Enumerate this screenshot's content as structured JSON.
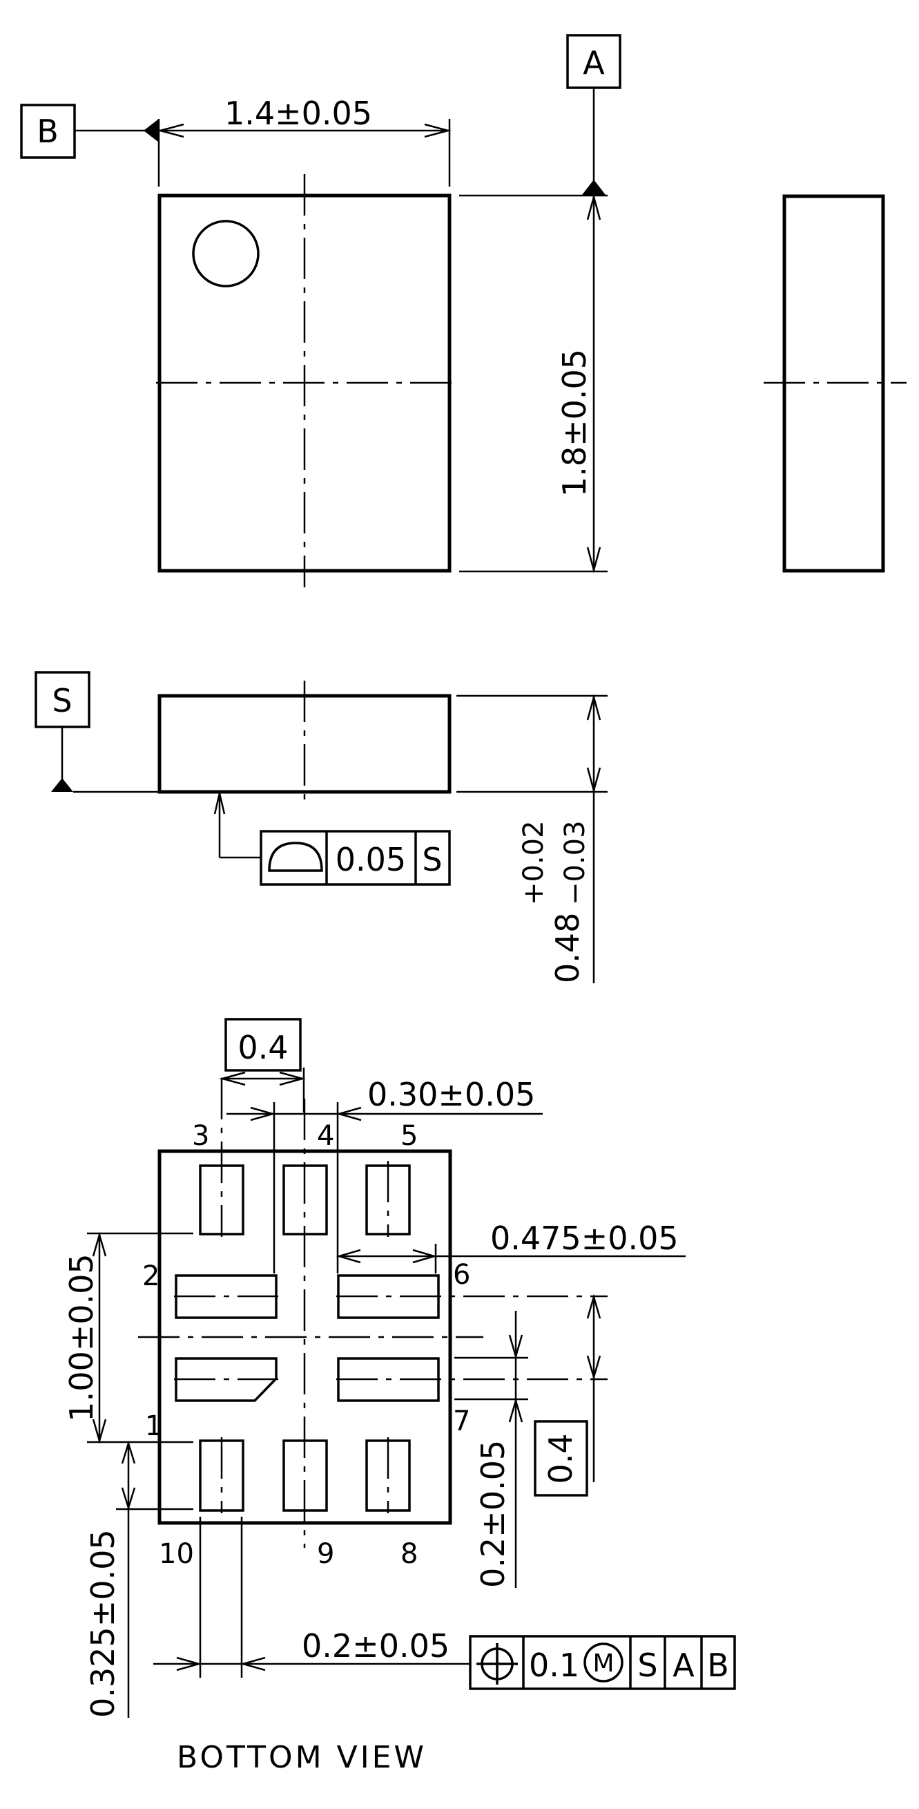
{
  "drawing": {
    "title": "BOTTOM VIEW",
    "datums": {
      "a": "A",
      "b": "B",
      "s": "S"
    },
    "top_view": {
      "width_dim": "1.4±0.05",
      "height_dim": "1.8±0.05"
    },
    "side_view": {
      "thickness_nominal": "0.48",
      "thickness_upper_tol": "+0.02",
      "thickness_lower_tol": "−0.03",
      "flatness_frame": {
        "symbol": "surface-profile",
        "tolerance": "0.05",
        "datum": "S"
      }
    },
    "bottom_view": {
      "pitch_h_basic": "0.4",
      "pad_width_dim": "0.30±0.05",
      "side_pad_length_dim": "0.475±0.05",
      "row_span_dim": "1.00±0.05",
      "pitch_v_basic": "0.4",
      "side_pad_width_dim": "0.2±0.05",
      "end_pad_length_dim": "0.325±0.05",
      "end_pad_width_dim": "0.2±0.05",
      "position_frame": {
        "symbol": "position",
        "tolerance": "0.1",
        "modifier": "M",
        "datums": [
          "S",
          "A",
          "B"
        ]
      },
      "pins": [
        "1",
        "2",
        "3",
        "4",
        "5",
        "6",
        "7",
        "8",
        "9",
        "10"
      ]
    }
  }
}
